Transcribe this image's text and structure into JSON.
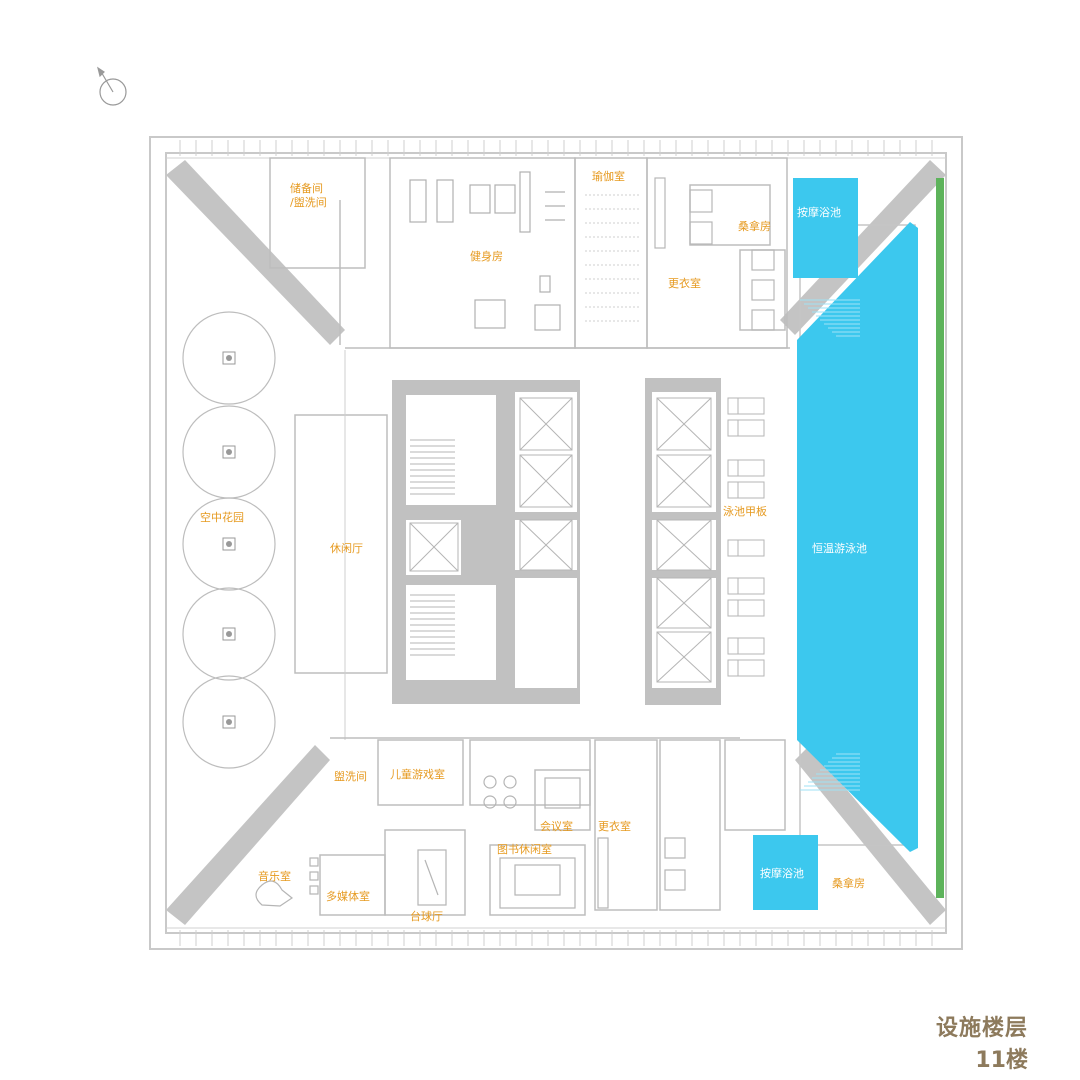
{
  "plan": {
    "floor_caption": "设施楼层",
    "floor_number": "11楼",
    "colors": {
      "wall": "#c9c9c9",
      "core": "#bdbdbd",
      "line": "#b8b8b8",
      "label": "#e69a20",
      "pool": "#3cc8ee",
      "green_strip": "#5db35b",
      "caption": "#8d7a5c"
    },
    "icons": [
      "north-arrow-icon"
    ],
    "rooms": {
      "storage_washroom": "储备间\n/盥洗间",
      "gym": "健身房",
      "yoga": "瑜伽室",
      "sauna_north": "桑拿房",
      "jacuzzi_north": "按摩浴池",
      "changing_north": "更衣室",
      "sky_garden": "空中花园",
      "lounge": "休闲厅",
      "pool_deck": "泳池甲板",
      "heated_pool": "恒温游泳池",
      "washroom_south": "盥洗间",
      "kids_playroom": "儿童游戏室",
      "meeting_room": "会议室",
      "changing_south": "更衣室",
      "music_room": "音乐室",
      "library_lounge": "图书休闲室",
      "multimedia_room": "多媒体室",
      "billiards_hall": "台球厅",
      "jacuzzi_south": "按摩浴池",
      "sauna_south": "桑拿房"
    }
  }
}
